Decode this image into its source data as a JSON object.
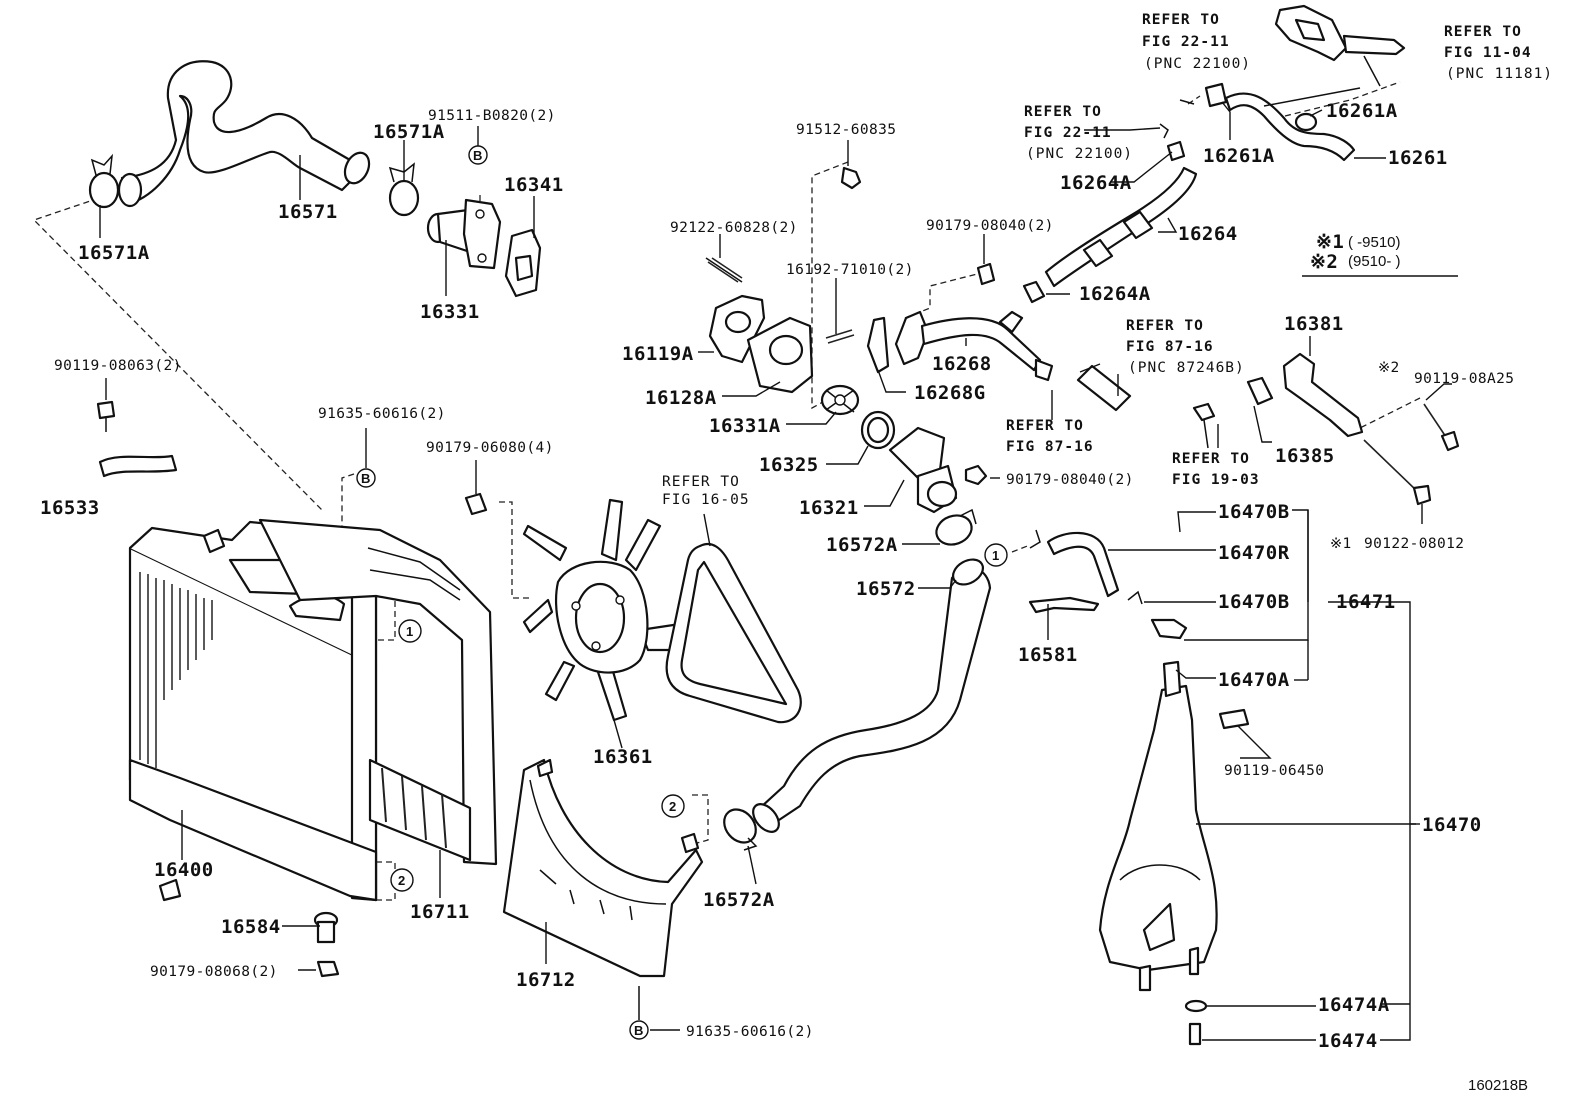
{
  "diagram_code": "160218B",
  "callouts": {
    "p16571A_top": "16571A",
    "p16571": "16571",
    "p16571A_left": "16571A",
    "p91511": "91511-B0820(2)",
    "p16341": "16341",
    "p16331": "16331",
    "p91512": "91512-60835",
    "p92122": "92122-60828(2)",
    "p16192": "16192-71010(2)",
    "p90179_08040_top": "90179-08040(2)",
    "p16119A": "16119A",
    "p16128A": "16128A",
    "p16331A": "16331A",
    "p16325": "16325",
    "p16321": "16321",
    "p16268": "16268",
    "p16268G": "16268G",
    "p90179_08040_mid": "90179-08040(2)",
    "p16264A_top": "16264A",
    "p16264": "16264",
    "p16264A_bot": "16264A",
    "p16261A_right": "16261A",
    "p16261A_mid": "16261A",
    "p16261": "16261",
    "p16381": "16381",
    "p16385": "16385",
    "p90119_08A25": "90119-08A25",
    "p90122_08012": "90122-08012",
    "p90119_08063": "90119-08063(2)",
    "p16533": "16533",
    "p91635_top": "91635-60616(2)",
    "p90179_06080": "90179-06080(4)",
    "p16400": "16400",
    "p16711": "16711",
    "p16584": "16584",
    "p90179_08068": "90179-08068(2)",
    "p16361": "16361",
    "p16712": "16712",
    "p91635_bot": "91635-60616(2)",
    "p16572A_top": "16572A",
    "p16572": "16572",
    "p16572A_bot": "16572A",
    "p16470B_top": "16470B",
    "p16470R": "16470R",
    "p16470B_mid": "16470B",
    "p16471": "16471",
    "p16581": "16581",
    "p16470A": "16470A",
    "p90119_06450": "90119-06450",
    "p16470": "16470",
    "p16474A": "16474A",
    "p16474": "16474"
  },
  "refs": {
    "fig22_11_a": {
      "l1": "REFER TO",
      "l2": "FIG 22-11",
      "l3": "(PNC 22100)"
    },
    "fig11_04": {
      "l1": "REFER TO",
      "l2": "FIG 11-04",
      "l3": "(PNC 11181)"
    },
    "fig22_11_b": {
      "l1": "REFER TO",
      "l2": "FIG 22-11",
      "l3": "(PNC 22100)"
    },
    "fig87_16_a": {
      "l1": "REFER TO",
      "l2": "FIG 87-16",
      "l3": "(PNC 87246B)"
    },
    "fig87_16_b": {
      "l1": "REFER TO",
      "l2": "FIG 87-16"
    },
    "fig19_03": {
      "l1": "REFER TO",
      "l2": "FIG 19-03"
    },
    "fig16_05": {
      "l1": "REFER TO",
      "l2": "FIG 16-05"
    }
  },
  "notes": {
    "n1_mark": "※1",
    "n1_range": "(      -9510)",
    "n2_mark": "※2",
    "n2_range": "(9510-       )",
    "m_90119_08A25": "※2",
    "m_90122_08012": "※1"
  },
  "markers": {
    "circle1": "1",
    "circle2": "2",
    "bolt_b": "B"
  },
  "icons": [
    "radiator-icon",
    "fan-icon",
    "belt-icon",
    "hose-icon",
    "clamp-icon",
    "thermostat-icon",
    "reserve-tank-icon",
    "bolt-icon",
    "gasket-icon",
    "fan-shroud-icon",
    "bracket-icon"
  ]
}
